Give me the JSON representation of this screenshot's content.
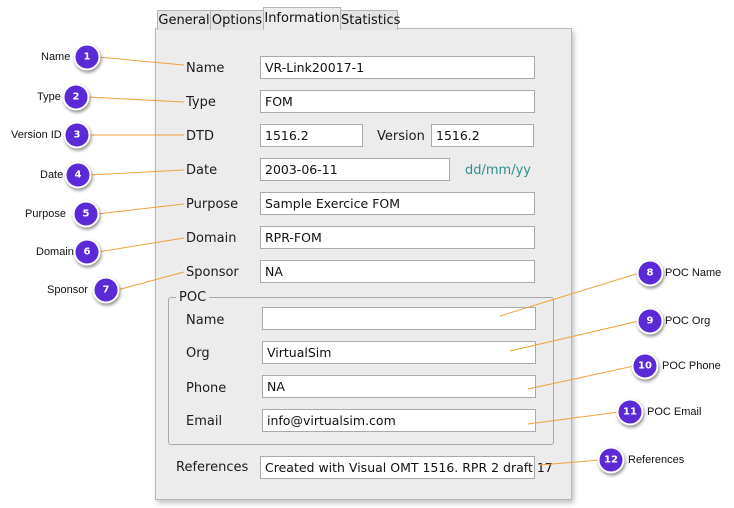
{
  "tabs": [
    "General",
    "Options",
    "Information",
    "Statistics"
  ],
  "active_tab": "Information",
  "form": {
    "name_label": "Name",
    "name_value": "VR-Link20017-1",
    "type_label": "Type",
    "type_value": "FOM",
    "dtd_label": "DTD",
    "dtd_value": "1516.2",
    "version_label": "Version",
    "version_value": "1516.2",
    "date_label": "Date",
    "date_value": "2003-06-11",
    "date_format_hint": "dd/mm/yy",
    "purpose_label": "Purpose",
    "purpose_value": "Sample Exercice FOM",
    "domain_label": "Domain",
    "domain_value": "RPR-FOM",
    "sponsor_label": "Sponsor",
    "sponsor_value": "NA",
    "references_label": "References",
    "references_value": "Created with Visual OMT 1516.  RPR 2 draft 17"
  },
  "poc": {
    "group_title": "POC",
    "name_label": "Name",
    "name_value": "",
    "org_label": "Org",
    "org_value": "VirtualSim",
    "phone_label": "Phone",
    "phone_value": "NA",
    "email_label": "Email",
    "email_value": "info@virtualsim.com"
  },
  "callouts": [
    {
      "num": "1",
      "text": "Name"
    },
    {
      "num": "2",
      "text": "Type"
    },
    {
      "num": "3",
      "text": "Version ID"
    },
    {
      "num": "4",
      "text": "Date"
    },
    {
      "num": "5",
      "text": "Purpose"
    },
    {
      "num": "6",
      "text": "Domain"
    },
    {
      "num": "7",
      "text": "Sponsor"
    },
    {
      "num": "8",
      "text": "POC Name"
    },
    {
      "num": "9",
      "text": "POC Org"
    },
    {
      "num": "10",
      "text": "POC Phone"
    },
    {
      "num": "11",
      "text": "POC Email"
    },
    {
      "num": "12",
      "text": "References"
    }
  ],
  "colors": {
    "badge": "#5b2ad6",
    "leader_line": "#f2a23c",
    "hint": "#2f8f8f"
  }
}
